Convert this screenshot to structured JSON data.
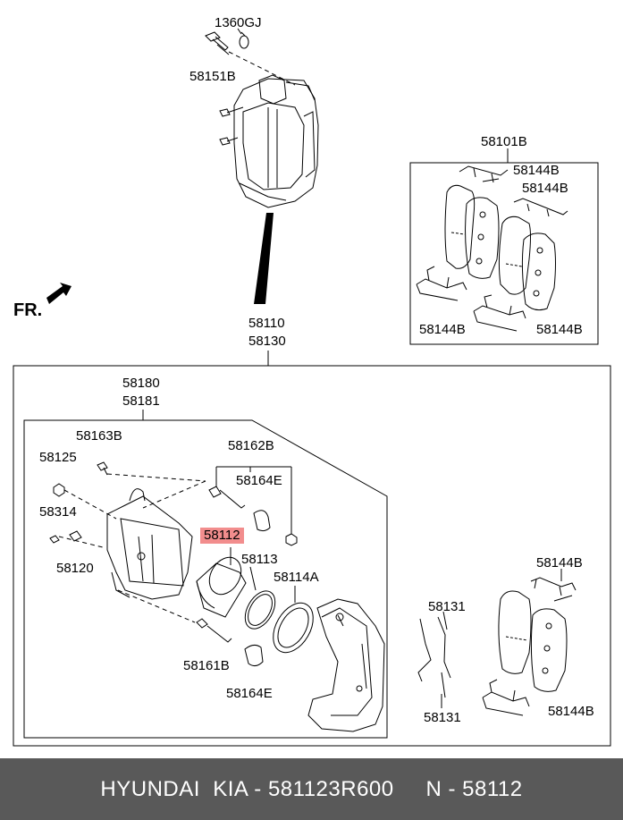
{
  "labels": {
    "p1360gj": "1360GJ",
    "p58151b": "58151B",
    "p58101b": "58101B",
    "p58144b_1": "58144B",
    "p58144b_2": "58144B",
    "p58144b_3": "58144B",
    "p58144b_4": "58144B",
    "p58144b_5": "58144B",
    "p58144b_6": "58144B",
    "p58110": "58110",
    "p58130": "58130",
    "p58180": "58180",
    "p58181": "58181",
    "p58163b": "58163B",
    "p58125": "58125",
    "p58314": "58314",
    "p58120": "58120",
    "p58162b": "58162B",
    "p58164e_1": "58164E",
    "p58164e_2": "58164E",
    "p58112": "58112",
    "p58113": "58113",
    "p58114a": "58114A",
    "p58161b": "58161B",
    "p58131_1": "58131",
    "p58131_2": "58131"
  },
  "fr_label": "FR.",
  "footer": {
    "text": "HYUNDAI  KIA - 581123R600     N - 58112"
  },
  "highlight_color": "#f28d8d",
  "footer_color": "#595959"
}
